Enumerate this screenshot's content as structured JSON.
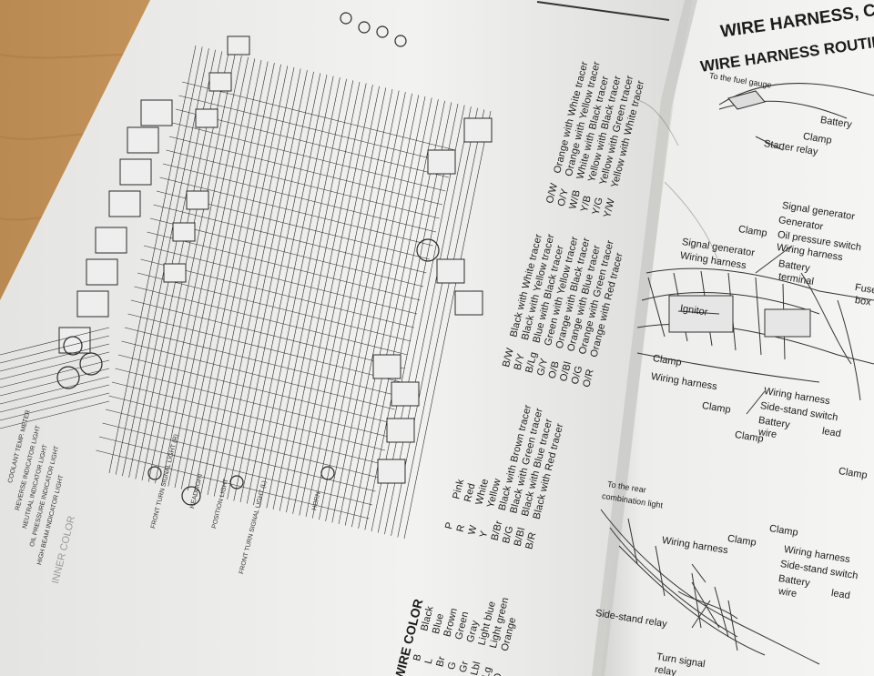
{
  "right_page": {
    "header_1": "WIRE HARNESS, CABLE",
    "header_2": "WIRE HARNESS ROUTING",
    "sub_label": "To the fuel gauge",
    "labels": {
      "battery_top": "Battery",
      "clamp_top": "Clamp",
      "starter_relay": "Starter relay",
      "signal_generator_1": "Signal generator",
      "generator": "Generator",
      "oil_pressure_switch": "Oil pressure switch",
      "wiring_harness_1": "Wiring harness",
      "clamp_left": "Clamp",
      "signal_generator_2": "Signal generator",
      "wiring_harness_2": "Wiring harness",
      "battery_terminal": "Battery",
      "terminal_word": "terminal",
      "fuse_box_1": "Fuse",
      "fuse_box_2": "box",
      "ignitor": "Ignitor",
      "clamp_mid": "Clamp",
      "wiring_harness_3": "Wiring harness",
      "clamp_mid2": "Clamp",
      "wiring_harness_4": "Wiring harness",
      "side_stand_switch_1": "Side-stand switch",
      "battery_lead_1": "Battery",
      "lead_word_1": "lead",
      "wire_word_1": "wire",
      "clamp_low": "Clamp",
      "clamp_low2": "Clamp",
      "rear_light_1": "To the rear",
      "rear_light_2": "combination light",
      "clamp_b1": "Clamp",
      "clamp_b2": "Clamp",
      "wiring_harness_5": "Wiring harness",
      "wiring_harness_6": "Wiring harness",
      "side_stand_switch_2": "Side-stand switch",
      "battery_lead_2": "Battery",
      "lead_word_2": "lead",
      "wire_word_2": "wire",
      "side_stand_relay": "Side-stand relay",
      "turn_signal_1": "Turn signal",
      "turn_signal_2": "relay"
    }
  },
  "wire_color": {
    "heading": "WIRE COLOR",
    "col1": [
      {
        "code": "B",
        "name": "Black"
      },
      {
        "code": "L",
        "name": "Blue"
      },
      {
        "code": "Br",
        "name": "Brown"
      },
      {
        "code": "G",
        "name": "Green"
      },
      {
        "code": "Gr",
        "name": "Gray"
      },
      {
        "code": "Lbl",
        "name": "Light blue"
      },
      {
        "code": "Lg",
        "name": "Light green"
      },
      {
        "code": "O",
        "name": "Orange"
      }
    ],
    "col2": [
      {
        "code": "P",
        "name": "Pink"
      },
      {
        "code": "R",
        "name": "Red"
      },
      {
        "code": "W",
        "name": "White"
      },
      {
        "code": "Y",
        "name": "Yellow"
      },
      {
        "code": "B/Br",
        "name": "Black with Brown tracer"
      },
      {
        "code": "B/G",
        "name": "Black with Green tracer"
      },
      {
        "code": "B/Bl",
        "name": "Black with Blue tracer"
      },
      {
        "code": "B/R",
        "name": "Black with Red tracer"
      }
    ],
    "col3": [
      {
        "code": "B/W",
        "name": "Black with White tracer"
      },
      {
        "code": "B/Y",
        "name": "Black with Yellow tracer"
      },
      {
        "code": "B/Lg",
        "name": "Blue with Black tracer"
      },
      {
        "code": "G/Y",
        "name": "Green with Yellow tracer"
      },
      {
        "code": "O/B",
        "name": "Orange with Black tracer"
      },
      {
        "code": "O/Bl",
        "name": "Orange with Blue tracer"
      },
      {
        "code": "O/G",
        "name": "Orange with Green tracer"
      },
      {
        "code": "O/R",
        "name": "Orange with Red tracer"
      }
    ],
    "col4": [
      {
        "code": "O/W",
        "name": "Orange with White tracer"
      },
      {
        "code": "O/Y",
        "name": "Orange with Yellow tracer"
      },
      {
        "code": "W/B",
        "name": "White with Black tracer"
      },
      {
        "code": "Y/B",
        "name": "Yellow with Black tracer"
      },
      {
        "code": "Y/G",
        "name": "Yellow with Green tracer"
      },
      {
        "code": "Y/W",
        "name": "Yellow with White tracer"
      }
    ]
  },
  "schematic_labels": {
    "front_turn_r": "FRONT TURN SIGNAL LIGHT (R)",
    "headlight": "HEADLIGHT",
    "position_light": "POSITION LIGHT",
    "front_turn_l": "FRONT TURN SIGNAL LIGHT (L)",
    "horn": "HORN",
    "meter_1": "COOLANT TEMP. METER",
    "meter_2": "REVERSE INDICATOR LIGHT",
    "meter_3": "NEUTRAL INDICATOR LIGHT",
    "meter_4": "OIL PRESSURE INDICATOR LIGHT",
    "meter_5": "HIGH BEAM INDICATOR LIGHT",
    "inner_color": "INNER COLOR"
  }
}
